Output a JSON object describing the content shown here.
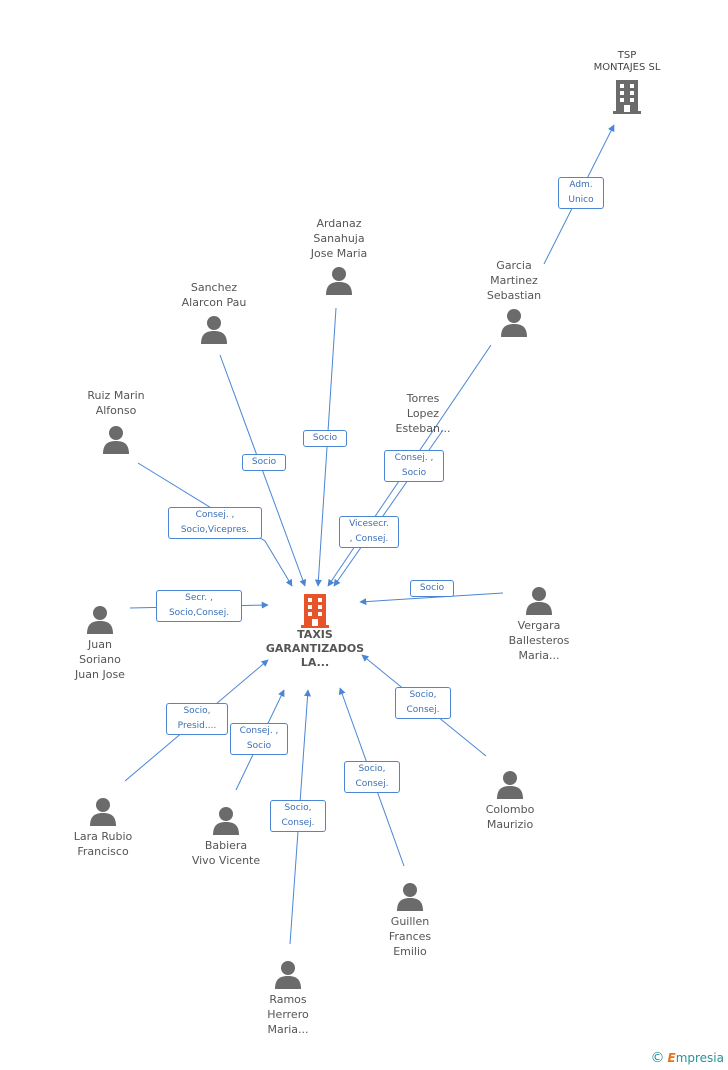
{
  "center": {
    "name": "TAXIS\nGARANTIZADOS\nLA...",
    "icon": "building-icon",
    "color": "#e8542a"
  },
  "company": {
    "name": "TSP\nMONTAJES SL",
    "icon": "building-icon",
    "color": "#6b6b6b"
  },
  "persons": [
    {
      "id": "ardanaz",
      "name": "Ardanaz\nSanahuja\nJose Maria",
      "icon": "person-icon"
    },
    {
      "id": "sanchez",
      "name": "Sanchez\nAlarcon Pau",
      "icon": "person-icon"
    },
    {
      "id": "garcia",
      "name": "Garcia\nMartinez\nSebastian",
      "icon": "person-icon"
    },
    {
      "id": "torres",
      "name": "Torres\nLopez\nEsteban...",
      "icon": "person-icon"
    },
    {
      "id": "ruiz",
      "name": "Ruiz Marin\nAlfonso",
      "icon": "person-icon"
    },
    {
      "id": "juan",
      "name": "Juan\nSoriano\nJuan Jose",
      "icon": "person-icon"
    },
    {
      "id": "vergara",
      "name": "Vergara\nBallesteros\nMaria...",
      "icon": "person-icon"
    },
    {
      "id": "lara",
      "name": "Lara Rubio\nFrancisco",
      "icon": "person-icon"
    },
    {
      "id": "babiera",
      "name": "Babiera\nVivo Vicente",
      "icon": "person-icon"
    },
    {
      "id": "colombo",
      "name": "Colombo\nMaurizio",
      "icon": "person-icon"
    },
    {
      "id": "guillen",
      "name": "Guillen\nFrances\nEmilio",
      "icon": "person-icon"
    },
    {
      "id": "ramos",
      "name": "Ramos\nHerrero\nMaria...",
      "icon": "person-icon"
    }
  ],
  "relations": [
    {
      "id": "adm",
      "label": "Adm.\nUnico"
    },
    {
      "id": "ardanaz",
      "label": "Socio"
    },
    {
      "id": "sanchez",
      "label": "Socio"
    },
    {
      "id": "torres",
      "label": "Consej. ,\nSocio"
    },
    {
      "id": "garcia",
      "label": "Vicesecr.\n, Consej."
    },
    {
      "id": "ruiz",
      "label": "Consej. ,\nSocio,Vicepres."
    },
    {
      "id": "juan",
      "label": "Secr. ,\nSocio,Consej."
    },
    {
      "id": "vergara",
      "label": "Socio"
    },
    {
      "id": "lara",
      "label": "Socio,\nPresid...."
    },
    {
      "id": "babiera",
      "label": "Consej. ,\nSocio"
    },
    {
      "id": "colombo",
      "label": "Socio,\nConsej."
    },
    {
      "id": "guillen",
      "label": "Socio,\nConsej."
    },
    {
      "id": "ramos",
      "label": "Socio,\nConsej."
    }
  ],
  "brand": {
    "symbol": "©",
    "initial": "E",
    "rest": "mpresia"
  },
  "colors": {
    "edge": "#4a86d4",
    "person": "#6b6b6b"
  }
}
